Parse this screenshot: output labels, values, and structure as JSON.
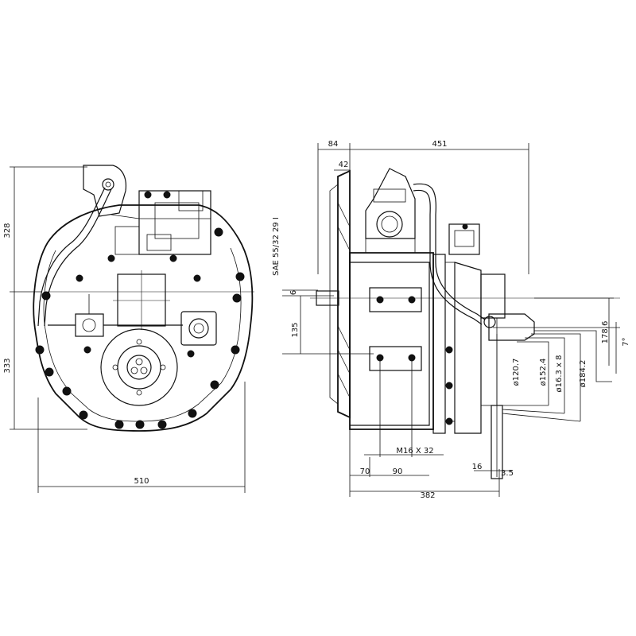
{
  "drawing": {
    "front_view": {
      "dimensions": {
        "height_top": "328",
        "height_bottom": "333",
        "width": "510"
      }
    },
    "side_view": {
      "dimensions": {
        "flange_width": "84",
        "overall_length": "451",
        "flange_thickness": "42",
        "spline": "SAE 55/32 29 I",
        "input_height": "135",
        "output_offset": "178.6",
        "angle": "7°",
        "dia_1": "ø120.7",
        "dia_2": "ø152.4",
        "dia_3": "ø16.3 x 8",
        "dia_4": "ø184.2",
        "thread": "M16 X 32",
        "spacing_70": "70",
        "spacing_90": "90",
        "body_length": "382",
        "flange_16": "16",
        "flange_35": "3.5",
        "small_6": "6"
      }
    }
  }
}
